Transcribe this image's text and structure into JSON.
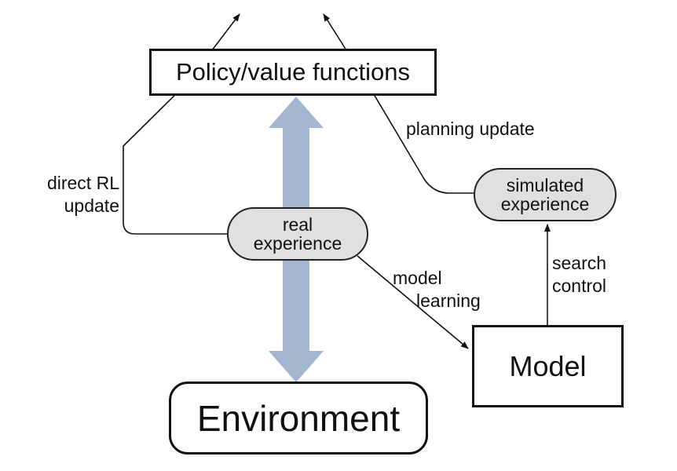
{
  "nodes": {
    "policy": "Policy/value functions",
    "model": "Model",
    "environment": "Environment",
    "real_experience": [
      "real",
      "experience"
    ],
    "simulated_experience": [
      "simulated",
      "experience"
    ]
  },
  "edges": {
    "direct_rl": [
      "direct RL",
      "update"
    ],
    "planning": "planning update",
    "model_learning": [
      "model",
      "learning"
    ],
    "search_control": [
      "search",
      "control"
    ]
  },
  "colors": {
    "big_arrow": "#a3b5cf",
    "pill_fill": "#e0e0e0",
    "line": "#111111"
  }
}
